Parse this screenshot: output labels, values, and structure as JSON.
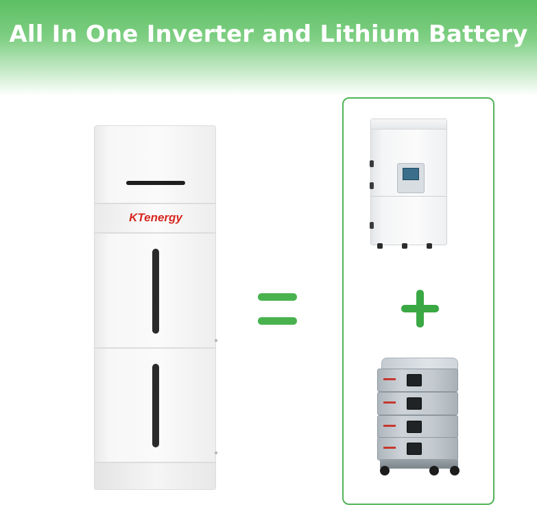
{
  "banner": {
    "title": "All In One Inverter and Lithium Battery",
    "gradient_top": "#5cbf62",
    "gradient_bottom": "#ffffff"
  },
  "left_product": {
    "brand": "KTenergy",
    "brand_color": "#d7271f"
  },
  "operators": {
    "equals": "=",
    "plus": "+",
    "color": "#49b24f"
  },
  "right_panel": {
    "border_color": "#4fb355",
    "items": [
      "inverter",
      "battery-stack"
    ]
  },
  "icons": [
    "equals-icon",
    "plus-icon"
  ]
}
